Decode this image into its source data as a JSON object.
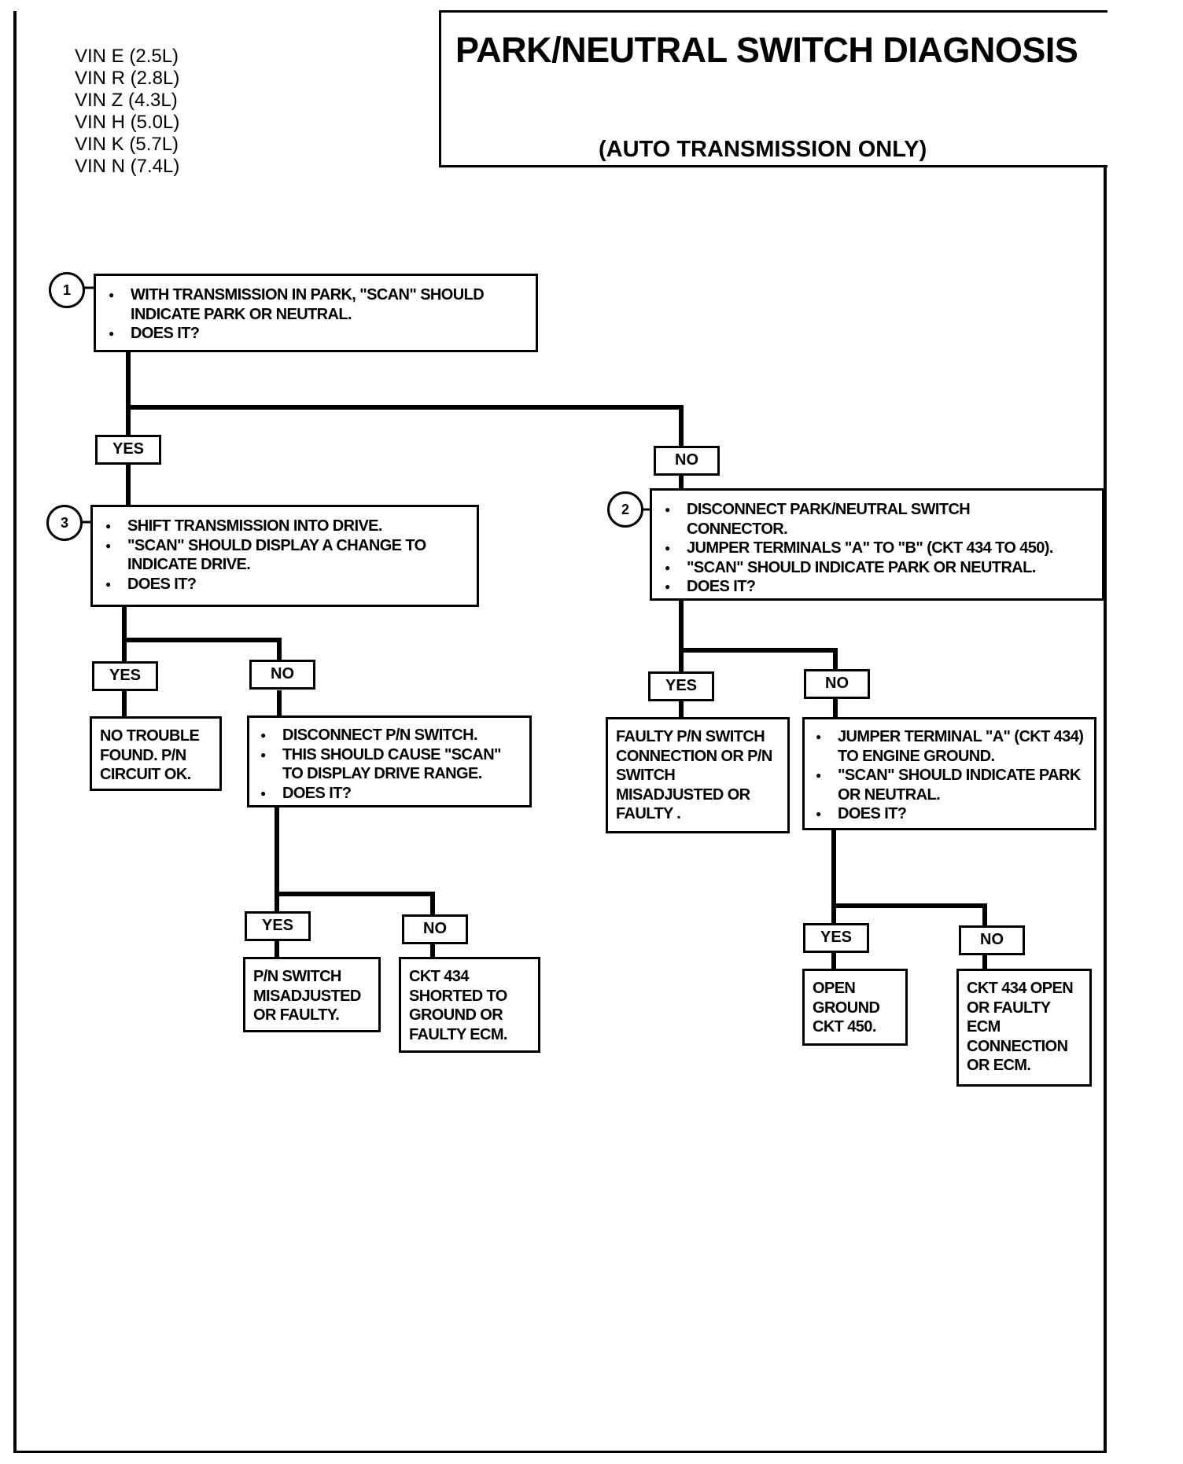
{
  "vin_list": [
    "VIN E (2.5L)",
    "VIN R (2.8L)",
    "VIN Z (4.3L)",
    "VIN H (5.0L)",
    "VIN K (5.7L)",
    "VIN N (7.4L)"
  ],
  "header": {
    "title": "PARK/NEUTRAL SWITCH DIAGNOSIS",
    "subtitle": "(AUTO TRANSMISSION ONLY)"
  },
  "steps": {
    "step1": {
      "number": "1",
      "lines": [
        "WITH TRANSMISSION IN PARK, \"SCAN\" SHOULD INDICATE PARK OR NEUTRAL.",
        "DOES IT?"
      ]
    },
    "step2": {
      "number": "2",
      "lines": [
        "DISCONNECT PARK/NEUTRAL SWITCH CONNECTOR.",
        "JUMPER TERMINALS \"A\" TO \"B\" (CKT 434 TO 450).",
        "\"SCAN\" SHOULD INDICATE PARK OR NEUTRAL.",
        "DOES IT?"
      ]
    },
    "step3": {
      "number": "3",
      "lines": [
        "SHIFT TRANSMISSION INTO DRIVE.",
        "\"SCAN\" SHOULD DISPLAY A CHANGE TO INDICATE DRIVE.",
        "DOES IT?"
      ]
    },
    "step3_no": {
      "lines": [
        "DISCONNECT P/N SWITCH.",
        "THIS SHOULD CAUSE \"SCAN\" TO DISPLAY DRIVE RANGE.",
        "DOES IT?"
      ]
    },
    "step2_no": {
      "lines": [
        "JUMPER TERMINAL \"A\" (CKT 434) TO ENGINE GROUND.",
        "\"SCAN\" SHOULD INDICATE PARK OR NEUTRAL.",
        "DOES IT?"
      ]
    }
  },
  "results": {
    "no_trouble": "NO TROUBLE FOUND. P/N CIRCUIT OK.",
    "pn_misadjusted": "P/N SWITCH MISADJUSTED OR FAULTY.",
    "ckt434_shorted": "CKT 434 SHORTED TO GROUND OR FAULTY ECM.",
    "faulty_connection": "FAULTY P/N SWITCH CONNECTION OR P/N SWITCH MISADJUSTED OR FAULTY .",
    "open_ground": "OPEN GROUND CKT 450.",
    "ckt434_open": "CKT 434 OPEN OR FAULTY ECM CONNECTION OR ECM."
  },
  "labels": {
    "yes": "YES",
    "no": "NO"
  }
}
